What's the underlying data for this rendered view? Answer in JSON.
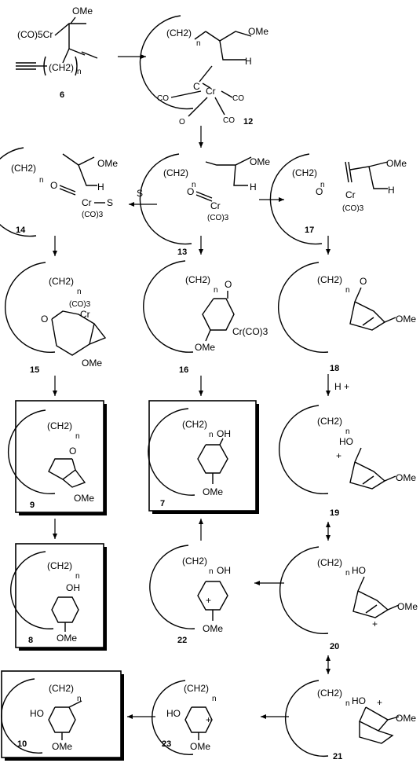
{
  "labels": {
    "co5cr": "(CO)5Cr",
    "ome": "OMe",
    "ch2": "(CH2)",
    "n": "n",
    "h": "H",
    "cr": "Cr",
    "co": "CO",
    "co3": "(CO)3",
    "o": "O",
    "oh": "OH",
    "ho": "HO",
    "s": "S",
    "c": "C",
    "hplus": "H +",
    "plus": "+",
    "crco3": "Cr(CO)3"
  },
  "compounds": {
    "c6": "6",
    "c12": "12",
    "c13": "13",
    "c14": "14",
    "c15": "15",
    "c16": "16",
    "c17": "17",
    "c18": "18",
    "c9": "9",
    "c7": "7",
    "c19": "19",
    "c8": "8",
    "c22": "22",
    "c20": "20",
    "c21": "21",
    "c23": "23",
    "c10": "10"
  },
  "boxed_products": [
    "9",
    "7",
    "8",
    "10"
  ]
}
